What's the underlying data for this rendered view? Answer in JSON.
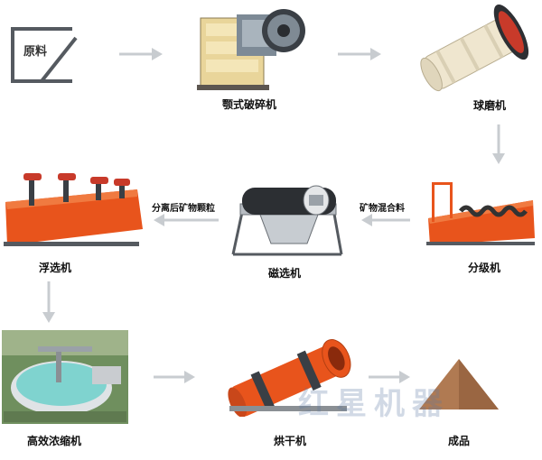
{
  "nodes": {
    "raw": "原料",
    "jaw_crusher": "颚式破碎机",
    "ball_mill": "球磨机",
    "classifier": "分级机",
    "magnetic_separator": "磁选机",
    "flotation": "浮选机",
    "thickener": "高效浓缩机",
    "dryer": "烘干机",
    "product": "成品"
  },
  "edge_labels": {
    "classifier_to_magnetic": "矿物混合料",
    "magnetic_to_flotation": "分离后矿物颗粒"
  },
  "watermark": "红星机器",
  "colors": {
    "machine_orange": "#e8541c",
    "arrow_gray": "#c8ccd0",
    "frame_gray": "#555a60",
    "mill_cream": "#efe6cf",
    "pool_water": "#7fd3cf"
  }
}
